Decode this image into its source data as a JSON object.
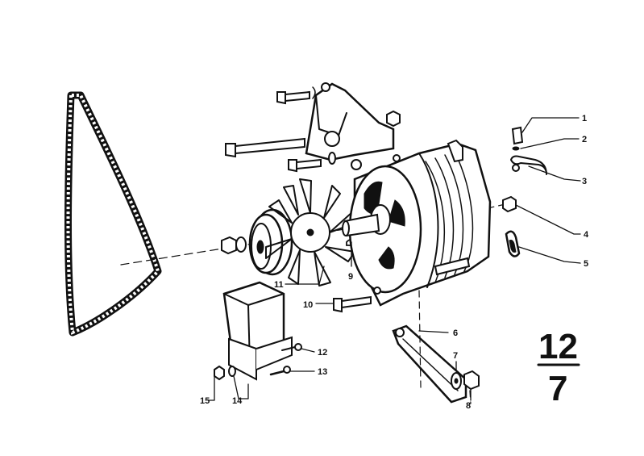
{
  "callouts": {
    "c1": "1",
    "c2": "2",
    "c3": "3",
    "c4": "4",
    "c5": "5",
    "c6": "6",
    "c7": "7",
    "c8": "8",
    "c9": "9",
    "c10": "10",
    "c11": "11",
    "c12": "12",
    "c13": "13",
    "c14": "14",
    "c15": "15"
  },
  "group_badge": {
    "numerator": "12",
    "denominator": "7"
  },
  "colors": {
    "ink": "#111111",
    "paper": "#ffffff"
  }
}
